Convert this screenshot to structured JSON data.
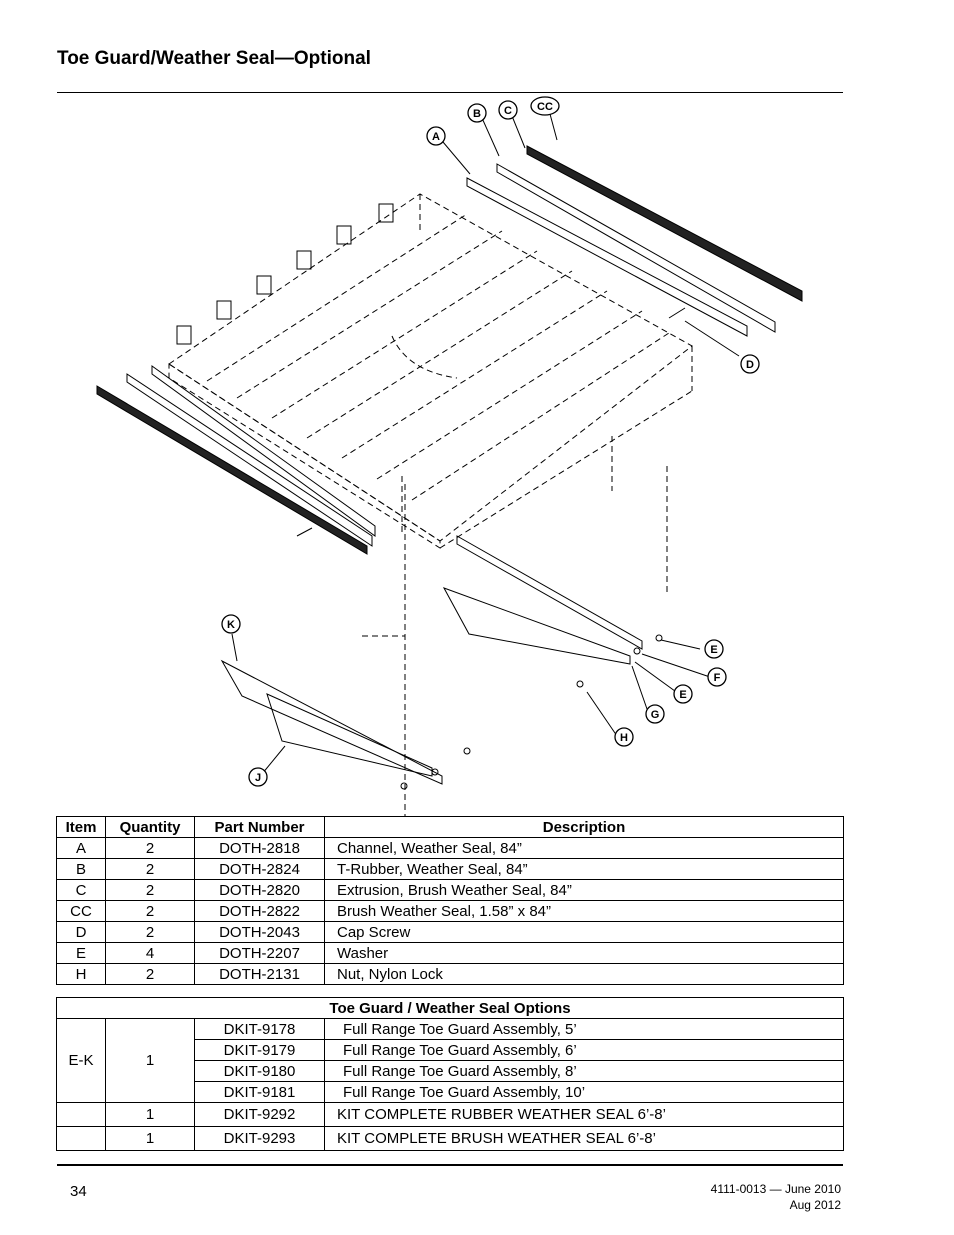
{
  "page": {
    "title": "Toe Guard/Weather Seal—Optional",
    "number": "34",
    "doc_id": "4111-0013 — June 2010",
    "revision": "Aug 2012"
  },
  "callouts": {
    "A": "A",
    "B": "B",
    "C": "C",
    "CC": "CC",
    "D": "D",
    "E": "E",
    "F": "F",
    "G": "G",
    "H": "H",
    "J": "J",
    "K": "K"
  },
  "parts_table": {
    "headers": {
      "item": "Item",
      "quantity": "Quantity",
      "part_number": "Part Number",
      "description": "Description"
    },
    "rows": [
      {
        "item": "A",
        "quantity": "2",
        "part_number": "DOTH-2818",
        "description": "Channel, Weather Seal, 84”"
      },
      {
        "item": "B",
        "quantity": "2",
        "part_number": "DOTH-2824",
        "description": "T-Rubber, Weather Seal, 84”"
      },
      {
        "item": "C",
        "quantity": "2",
        "part_number": "DOTH-2820",
        "description": "Extrusion, Brush Weather Seal, 84”"
      },
      {
        "item": "CC",
        "quantity": "2",
        "part_number": "DOTH-2822",
        "description": "Brush Weather Seal, 1.58” x 84”"
      },
      {
        "item": "D",
        "quantity": "2",
        "part_number": "DOTH-2043",
        "description": "Cap Screw"
      },
      {
        "item": "E",
        "quantity": "4",
        "part_number": "DOTH-2207",
        "description": "Washer"
      },
      {
        "item": "H",
        "quantity": "2",
        "part_number": "DOTH-2131",
        "description": "Nut, Nylon Lock"
      }
    ]
  },
  "options_table": {
    "title": "Toe Guard / Weather Seal Options",
    "group": {
      "item": "E-K",
      "quantity": "1"
    },
    "group_rows": [
      {
        "part_number": "DKIT-9178",
        "description": "Full Range Toe Guard Assembly, 5’"
      },
      {
        "part_number": "DKIT-9179",
        "description": "Full Range Toe Guard Assembly, 6’"
      },
      {
        "part_number": "DKIT-9180",
        "description": "Full Range Toe Guard Assembly, 8’"
      },
      {
        "part_number": "DKIT-9181",
        "description": "Full Range Toe Guard Assembly, 10’"
      }
    ],
    "kits": [
      {
        "item": "",
        "quantity": "1",
        "part_number": "DKIT-9292",
        "description": "KIT COMPLETE RUBBER WEATHER SEAL 6’-8’"
      },
      {
        "item": "",
        "quantity": "1",
        "part_number": "DKIT-9293",
        "description": "KIT COMPLETE BRUSH WEATHER SEAL 6’-8’"
      }
    ]
  }
}
